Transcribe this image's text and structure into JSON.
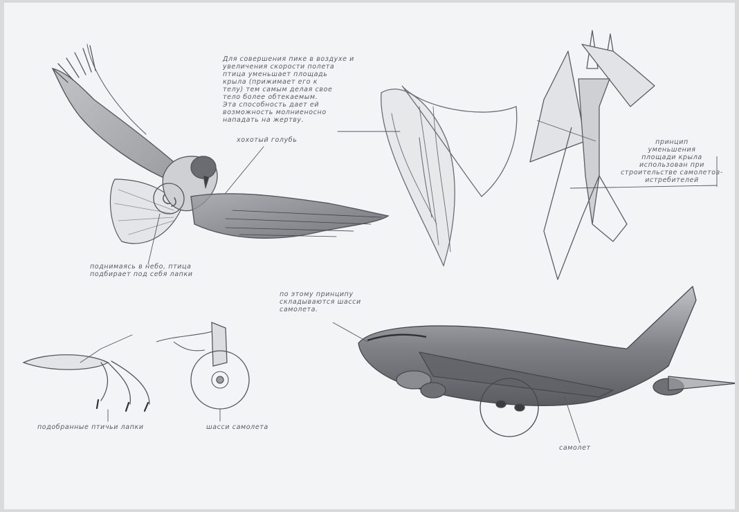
{
  "notes": {
    "dive": "Для совершения пике в воздухе и\nувеличения скорости полета\nптица уменьшает площадь\nкрыла (прижимает его к\nтелу) тем самым делая свое\nтело более обтекаемым.\nЭта способность дает ей\nвозможность молниеносно\nнападать на жертву.",
    "gull": "хохотый голубь",
    "tucked_legs": "поднимаясь в небо, птица\nподбирает под себя лапки",
    "fighter": "принцип\nуменьшения\nплощади крыла\nиспользован при\nстроительстве самолетов-\nистребителей",
    "principle": "по этому принципу\nскладываются шасси\nсамолета.",
    "bird_feet": "подобранные птичьи лапки",
    "chassis": "шасси самолета",
    "airplane": "самолет"
  }
}
